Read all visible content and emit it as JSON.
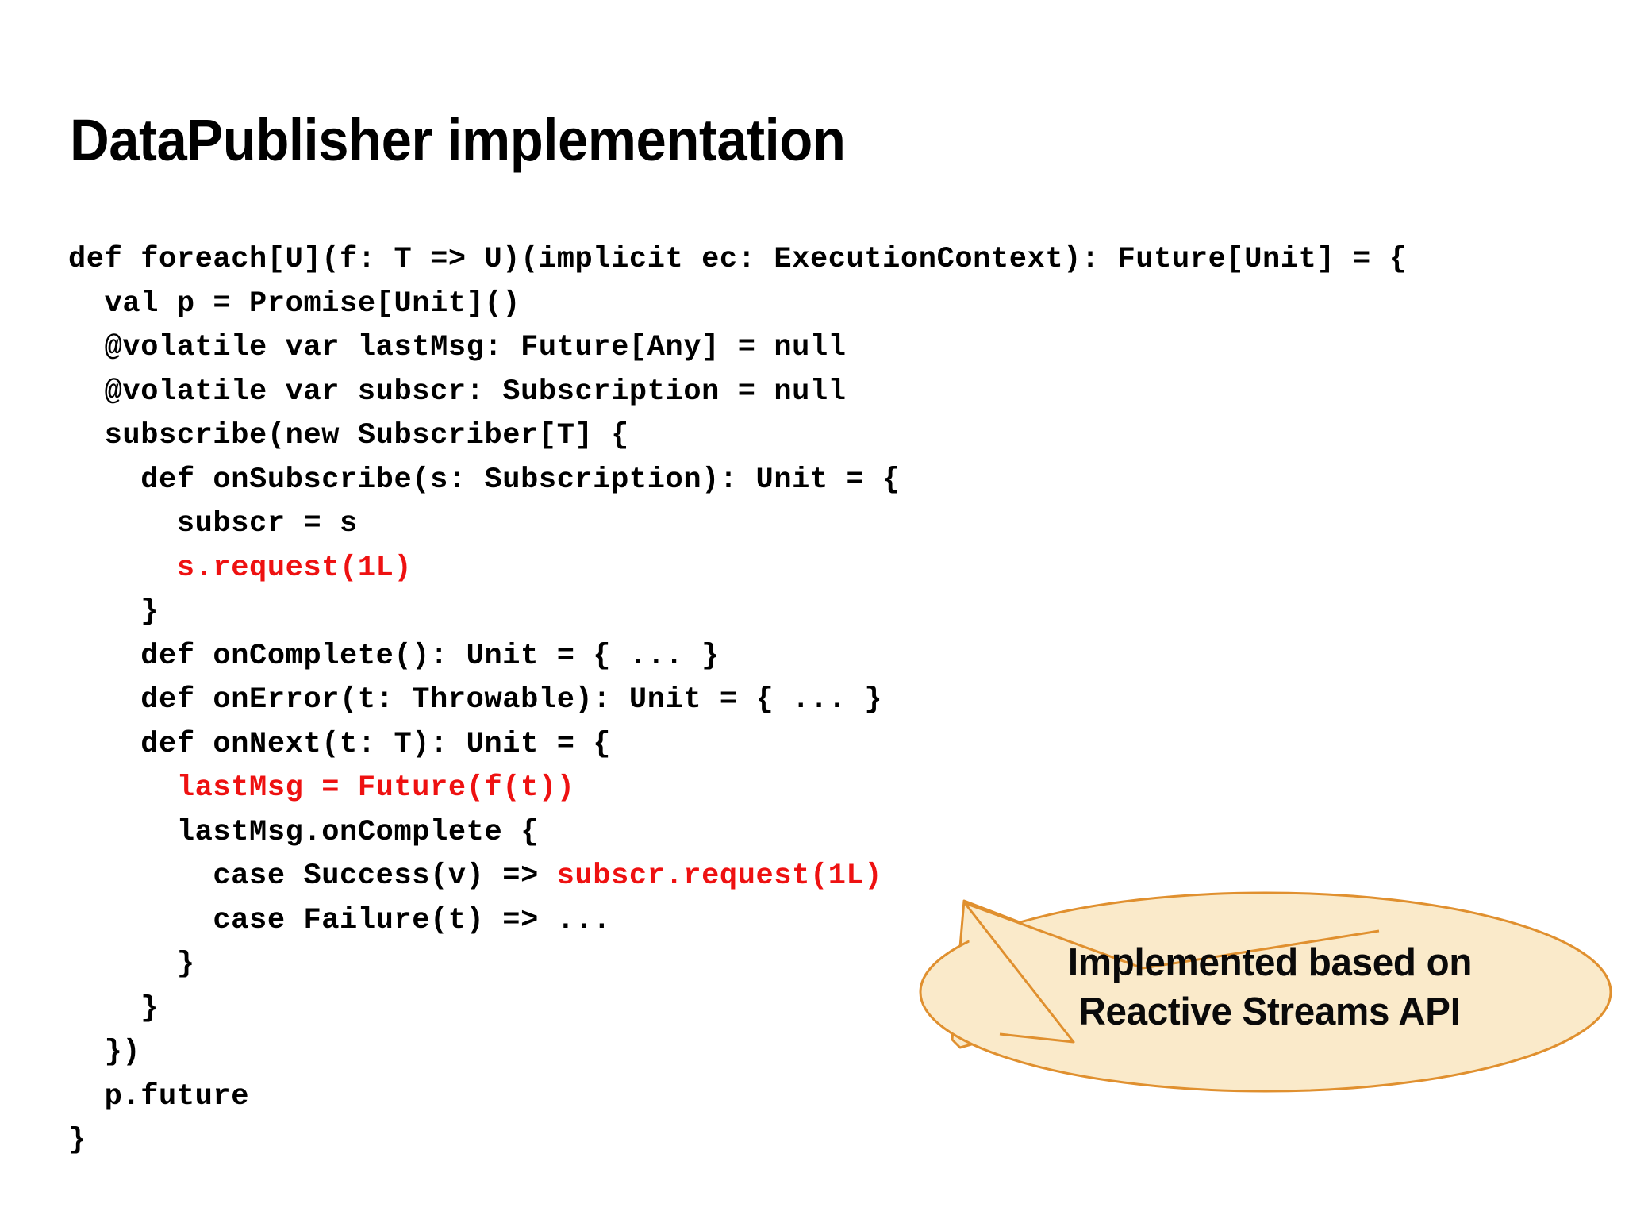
{
  "slide": {
    "title": "DataPublisher implementation",
    "background_color": "#ffffff",
    "text_color": "#000000",
    "highlight_color": "#EE1111"
  },
  "code": {
    "language": "scala",
    "lines": [
      {
        "indent": 0,
        "segments": [
          {
            "text": "def foreach[U](f: T => U)(implicit ec: ExecutionContext): Future[Unit] = {",
            "color": "black"
          }
        ]
      },
      {
        "indent": 2,
        "segments": [
          {
            "text": "val p = Promise[Unit]()",
            "color": "black"
          }
        ]
      },
      {
        "indent": 2,
        "segments": [
          {
            "text": "@volatile var lastMsg: Future[Any] = null",
            "color": "black"
          }
        ]
      },
      {
        "indent": 2,
        "segments": [
          {
            "text": "@volatile var subscr: Subscription = null",
            "color": "black"
          }
        ]
      },
      {
        "indent": 2,
        "segments": [
          {
            "text": "subscribe(new Subscriber[T] {",
            "color": "black"
          }
        ]
      },
      {
        "indent": 4,
        "segments": [
          {
            "text": "def onSubscribe(s: Subscription): Unit = {",
            "color": "black"
          }
        ]
      },
      {
        "indent": 6,
        "segments": [
          {
            "text": "subscr = s",
            "color": "black"
          }
        ]
      },
      {
        "indent": 6,
        "segments": [
          {
            "text": "s.request(1L)",
            "color": "red"
          }
        ]
      },
      {
        "indent": 4,
        "segments": [
          {
            "text": "}",
            "color": "black"
          }
        ]
      },
      {
        "indent": 4,
        "segments": [
          {
            "text": "def onComplete(): Unit = { ... }",
            "color": "black"
          }
        ]
      },
      {
        "indent": 4,
        "segments": [
          {
            "text": "def onError(t: Throwable): Unit = { ... }",
            "color": "black"
          }
        ]
      },
      {
        "indent": 4,
        "segments": [
          {
            "text": "def onNext(t: T): Unit = {",
            "color": "black"
          }
        ]
      },
      {
        "indent": 6,
        "segments": [
          {
            "text": "lastMsg = Future(f(t))",
            "color": "red"
          }
        ]
      },
      {
        "indent": 6,
        "segments": [
          {
            "text": "lastMsg.onComplete {",
            "color": "black"
          }
        ]
      },
      {
        "indent": 8,
        "segments": [
          {
            "text": "case Success(v) => ",
            "color": "black"
          },
          {
            "text": "subscr.request(1L)",
            "color": "red"
          }
        ]
      },
      {
        "indent": 8,
        "segments": [
          {
            "text": "case Failure(t) => ...",
            "color": "black"
          }
        ]
      },
      {
        "indent": 6,
        "segments": [
          {
            "text": "}",
            "color": "black"
          }
        ]
      },
      {
        "indent": 4,
        "segments": [
          {
            "text": "}",
            "color": "black"
          }
        ]
      },
      {
        "indent": 2,
        "segments": [
          {
            "text": "})",
            "color": "black"
          }
        ]
      },
      {
        "indent": 2,
        "segments": [
          {
            "text": "p.future",
            "color": "black"
          }
        ]
      },
      {
        "indent": 0,
        "segments": [
          {
            "text": "}",
            "color": "black"
          }
        ]
      }
    ]
  },
  "callout": {
    "line1": "Implemented based on",
    "line2": "Reactive Streams API",
    "fill_color": "#FAEACA",
    "stroke_color": "#E0902F",
    "text_color": "#0a0a0a"
  }
}
